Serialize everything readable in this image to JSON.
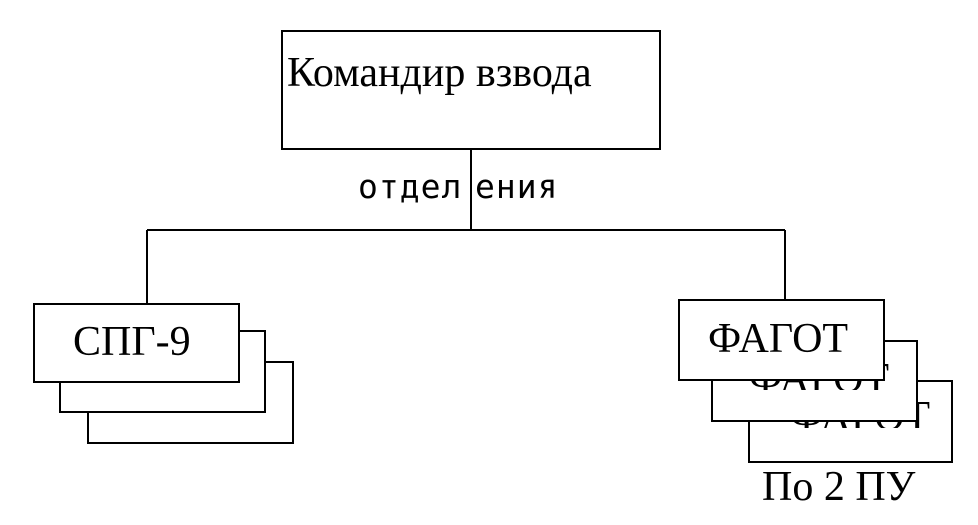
{
  "commander": {
    "label": "Командир взвода"
  },
  "connector": {
    "label": "отдел",
    "label_tail": "ения"
  },
  "left_unit": {
    "label": "СПГ-9"
  },
  "right_unit": {
    "label": "ФАГОТ",
    "stack_labels": [
      "ФАГОТ",
      "ФАГОТ"
    ],
    "note": "По 2 ПУ"
  },
  "colors": {
    "stroke": "#000000",
    "background": "#ffffff"
  }
}
